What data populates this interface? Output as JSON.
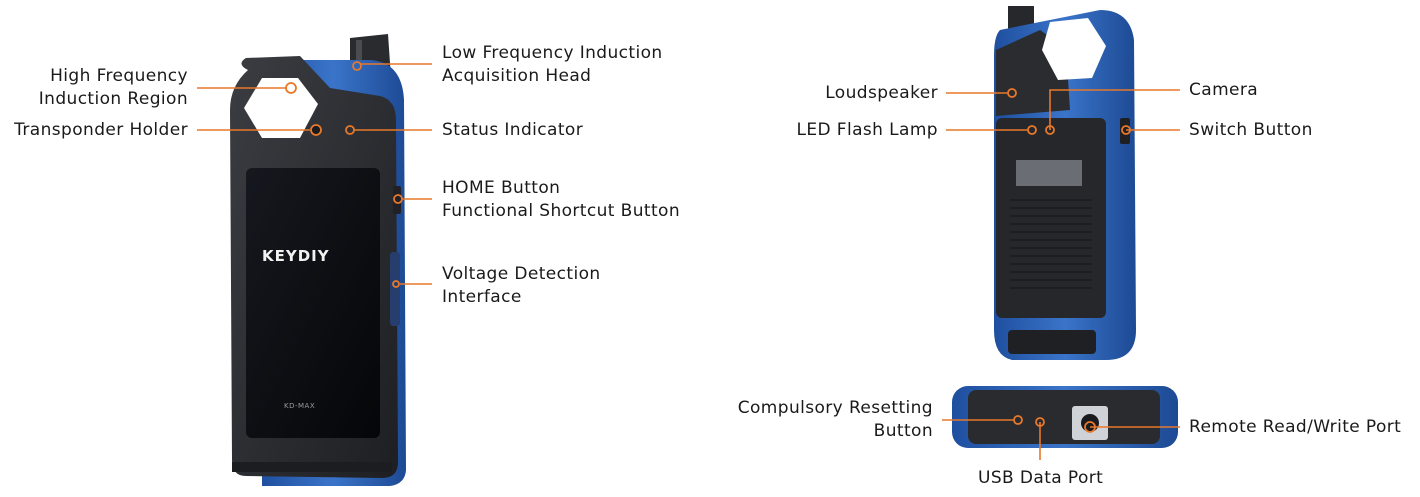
{
  "device": {
    "brand": "KEYDIY",
    "model": "KD-MAX"
  },
  "colors": {
    "leader_line": "#e8782a",
    "body_blue": "#2e63b8",
    "body_dark": "#2a2c30",
    "screen": "#0b0c10"
  },
  "labels": {
    "high_freq_1": "High Frequency",
    "high_freq_2": "Induction Region",
    "transponder_holder": "Transponder Holder",
    "low_freq_1": "Low Frequency Induction",
    "low_freq_2": "Acquisition Head",
    "status_indicator": "Status Indicator",
    "home_1": "HOME Button",
    "home_2": "Functional Shortcut Button",
    "voltage_1": "Voltage Detection",
    "voltage_2": "Interface",
    "loudspeaker": "Loudspeaker",
    "camera": "Camera",
    "led_flash": "LED Flash Lamp",
    "switch_button": "Switch Button",
    "reset_1": "Compulsory Resetting",
    "reset_2": "Button",
    "remote_port": "Remote Read/Write Port",
    "usb_port": "USB Data Port"
  }
}
